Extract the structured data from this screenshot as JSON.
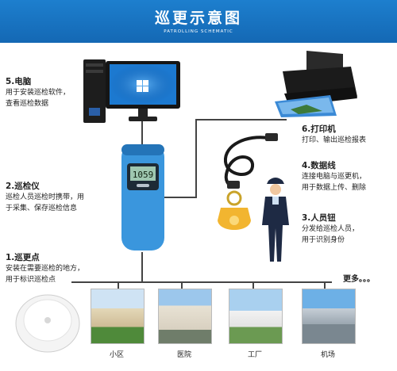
{
  "header": {
    "title": "巡更示意图",
    "subtitle": "PATROLLING SCHEMATIC"
  },
  "labels": [
    {
      "heading": "5.电脑",
      "lines": [
        "用于安装巡检软件，",
        "查看巡检数据"
      ]
    },
    {
      "heading": "6.打印机",
      "lines": [
        "打印、输出巡检报表"
      ]
    },
    {
      "heading": "4.数据线",
      "lines": [
        "连接电脑与巡更机，",
        "用于数据上传、删除"
      ]
    },
    {
      "heading": "2.巡检仪",
      "lines": [
        "巡检人员巡检时携带，用",
        "于采集、保存巡检信息"
      ]
    },
    {
      "heading": "3.人员钮",
      "lines": [
        "分发给巡检人员，",
        "用于识别身份"
      ]
    },
    {
      "heading": "1.巡更点",
      "lines": [
        "安装在需要巡检的地方，",
        "用于标识巡检点"
      ]
    }
  ],
  "device_screen": "1059",
  "more_text": "更多。。。",
  "places": [
    "小区",
    "医院",
    "工厂",
    "机场"
  ],
  "colors": {
    "header": "#1a74c2",
    "device": "#3a96dd",
    "line": "#444444"
  }
}
